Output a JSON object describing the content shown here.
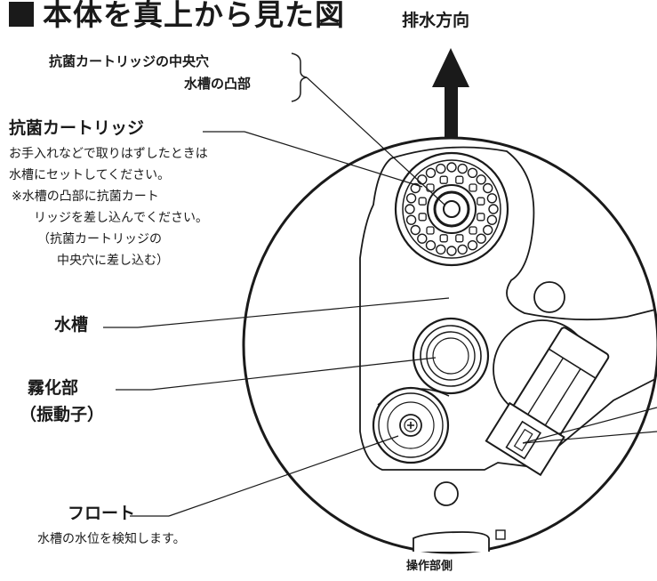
{
  "title": "本体を真上から見た図",
  "drain_direction": "排水方向",
  "bracket_label": {
    "line1": "抗菌カートリッジの中央穴",
    "line2": "水槽の凸部"
  },
  "cartridge": {
    "heading": "抗菌カートリッジ",
    "notes": [
      "お手入れなどで取りはずしたときは",
      "水槽にセットしてください。",
      "※水槽の凸部に抗菌カート",
      "リッジを差し込んでください。",
      "（抗菌カートリッジの",
      "中央穴に差し込む）"
    ]
  },
  "water_tank": "水槽",
  "atomizer": {
    "line1": "霧化部",
    "line2": "（振動子）"
  },
  "float": {
    "heading": "フロート",
    "note": "水槽の水位を検知します。"
  },
  "operation_side": "操作部側",
  "colors": {
    "ink": "#1a1a1a",
    "background": "#ffffff"
  }
}
